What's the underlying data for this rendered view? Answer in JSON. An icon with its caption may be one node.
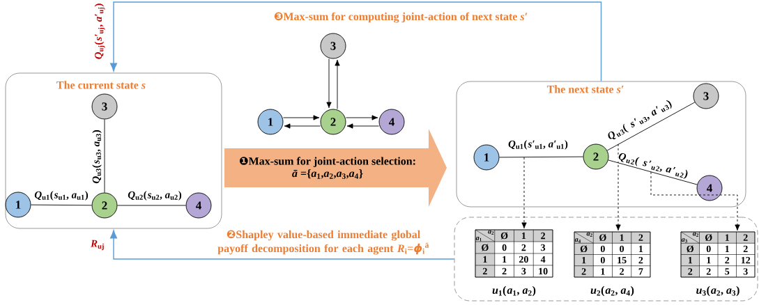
{
  "diagram": {
    "nodes": [
      {
        "text": [
          "The current state *s*"
        ]
      },
      {
        "text": [
          "3"
        ],
        "in": 0
      },
      {
        "text": [
          "1"
        ],
        "in": 0
      },
      {
        "text": [
          "2"
        ],
        "in": 0
      },
      {
        "text": [
          "4"
        ],
        "in": 0
      },
      {
        "text": [
          "3"
        ]
      },
      {
        "text": [
          "1"
        ]
      },
      {
        "text": [
          "2"
        ]
      },
      {
        "text": [
          "4"
        ]
      },
      {
        "text": [
          "❶Max-sum for joint-action selection:",
          "*ā* ={*a*$_{1}$,*a*$_{2}$,*a*$_{3}$,*a*$_{4}$}"
        ]
      },
      {
        "text": [
          "The next state *s′*"
        ]
      },
      {
        "text": [
          "3"
        ],
        "in": 10
      },
      {
        "text": [
          "1"
        ],
        "in": 10
      },
      {
        "text": [
          "2"
        ],
        "in": 10
      },
      {
        "text": [
          "4"
        ],
        "in": 10
      },
      {
        "text": [],
        "shape": "box"
      },
      {
        "text": [
          "*a*$_{2}$",
          "*a*$_{1}$",
          "Ø",
          "1",
          "2",
          "Ø",
          "0",
          "2",
          "3",
          "1",
          "1",
          "20",
          "4",
          "2",
          "2",
          "3",
          "10"
        ],
        "in": 15,
        "beside": [
          "*u*$_{1}$(*a*$_{1}$, *a*$_{2}$)"
        ]
      },
      {
        "text": [
          "*a*$_{2}$",
          "*a*$_{4}$",
          "Ø",
          "1",
          "2",
          "Ø",
          "0",
          "0",
          "1",
          "1",
          "0",
          "15",
          "2",
          "2",
          "1",
          "2",
          "7"
        ],
        "in": 15,
        "beside": [
          "*u*$_{2}$(*a*$_{2}$, *a*$_{4}$)"
        ]
      },
      {
        "text": [
          "*a*$_{2}$",
          "*a*$_{3}$",
          "Ø",
          "1",
          "2",
          "Ø",
          "0",
          "1",
          "2",
          "1",
          "1",
          "2",
          "12",
          "2",
          "2",
          "5",
          "3"
        ],
        "in": 15,
        "beside": [
          "*u*$_{3}$(*a*$_{2}$, *a*$_{3}$)"
        ]
      }
    ],
    "edges": [
      {
        "from": 2,
        "to": 3,
        "arrow": "none",
        "label": "*Q*$_{u1}$(*s*$_{u1}$, *a*$_{u1}$)"
      },
      {
        "from": 3,
        "to": 4,
        "arrow": "none",
        "label": "*Q*$_{u2}$(*s*$_{u2}$, *a*$_{u2}$)"
      },
      {
        "from": 1,
        "to": 3,
        "arrow": "none",
        "label": "*Q*$_{u3}$(*s*$_{u3}$, *a*$_{u3}$)"
      },
      {
        "from": 6,
        "to": 7,
        "arrow": "to"
      },
      {
        "from": 7,
        "to": 6,
        "arrow": "to"
      },
      {
        "from": 5,
        "to": 7,
        "arrow": "to"
      },
      {
        "from": 7,
        "to": 5,
        "arrow": "to"
      },
      {
        "from": 7,
        "to": 8,
        "arrow": "to"
      },
      {
        "from": 8,
        "to": 7,
        "arrow": "to"
      },
      {
        "from": 12,
        "to": 13,
        "arrow": "none",
        "label": "*Q*$_{u1}$(*s′*$_{u1}$, *a′*$_{u1}$)"
      },
      {
        "from": 13,
        "to": 11,
        "arrow": "none",
        "label": "*Q*$_{u3}$(*s′*$_{u3}$, *a′*$_{u3}$)"
      },
      {
        "from": 13,
        "to": 14,
        "arrow": "none",
        "label": "*Q*$_{u2}$(*s′*$_{u2}$, *a′*$_{u2}$)"
      },
      {
        "from": null,
        "to": 16,
        "arrow": "to",
        "style": "dashed"
      },
      {
        "from": null,
        "to": 17,
        "arrow": "to",
        "style": "dashed"
      },
      {
        "from": null,
        "to": 18,
        "arrow": "to",
        "style": "dashed"
      },
      {
        "from": 10,
        "to": 0,
        "arrow": "to",
        "color": "#5b9bd5",
        "label": "*Q*$_{uj}$(*s′*$_{uj}$, *a′*$_{uj}$)"
      },
      {
        "from": 15,
        "to": 0,
        "arrow": "to",
        "color": "#5b9bd5",
        "label": "*R*$_{uj}$"
      }
    ],
    "labels": [
      "❸Max-sum for computing joint-action of next state *s′*",
      "❷Shapley value-based immediate global payoff decomposition for each agent *R*$_{i}$=*ϕ*$_{i}$$^{ā}$"
    ]
  }
}
